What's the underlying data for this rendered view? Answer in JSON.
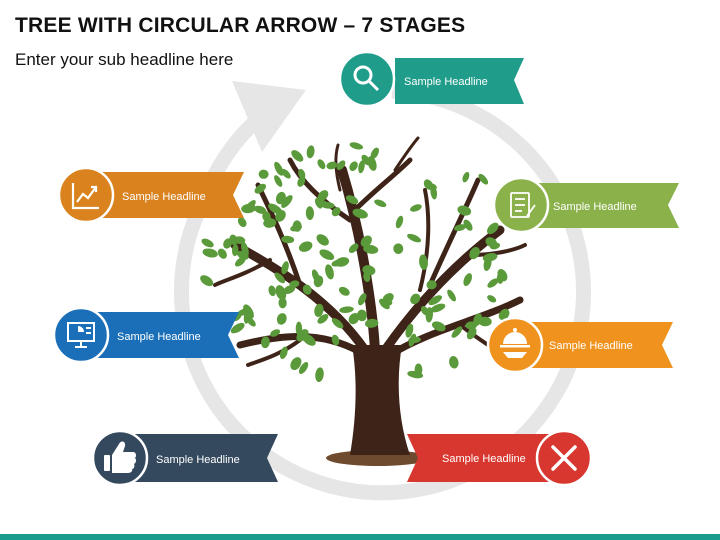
{
  "header": {
    "title": "TREE WITH CIRCULAR ARROW – 7 STAGES",
    "subtitle": "Enter your sub headline here"
  },
  "colors": {
    "arrow": "#e6e6e6",
    "trunk": "#3e2418",
    "leaf": "#5a9a3a",
    "bottom_bar": "#1a9c8a"
  },
  "stages": [
    {
      "label": "Sample Headline",
      "icon": "magnifier-icon",
      "color": "#1f9c8a"
    },
    {
      "label": "Sample Headline",
      "icon": "checklist-icon",
      "color": "#8bb24a"
    },
    {
      "label": "Sample Headline",
      "icon": "cloche-icon",
      "color": "#f0931e"
    },
    {
      "label": "Sample Headline",
      "icon": "tools-icon",
      "color": "#d7372e"
    },
    {
      "label": "Sample Headline",
      "icon": "thumbs-up-icon",
      "color": "#34495e"
    },
    {
      "label": "Sample Headline",
      "icon": "presentation-icon",
      "color": "#1a6fb8"
    },
    {
      "label": "Sample Headline",
      "icon": "chart-growth-icon",
      "color": "#d9821e"
    }
  ]
}
